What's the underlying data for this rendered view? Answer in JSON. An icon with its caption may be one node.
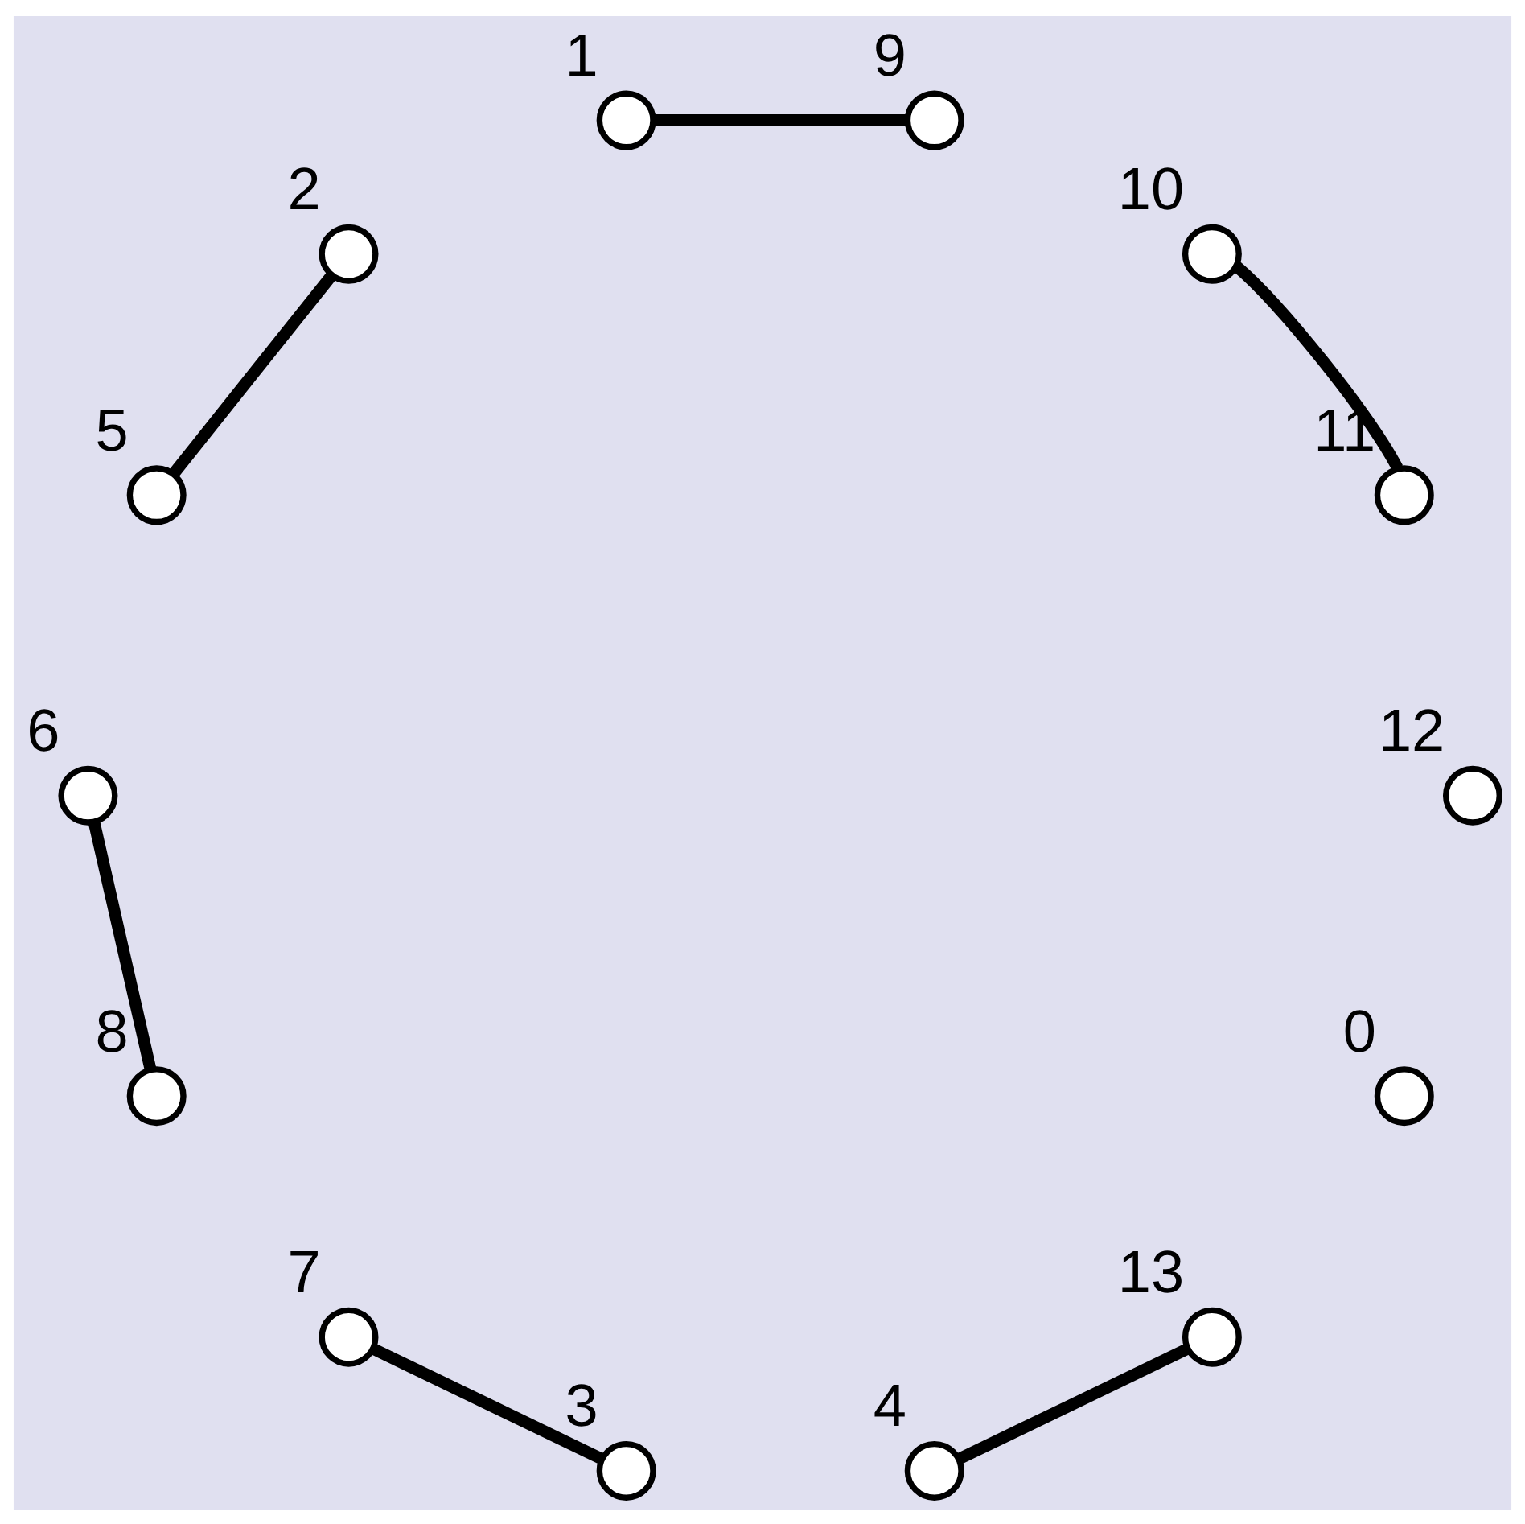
{
  "diagram": {
    "nodes": [
      {
        "text": [],
        "shape": "circle",
        "beside": [
          "0"
        ]
      },
      {
        "text": [],
        "shape": "circle",
        "beside": [
          "1"
        ]
      },
      {
        "text": [],
        "shape": "circle",
        "beside": [
          "2"
        ]
      },
      {
        "text": [],
        "shape": "circle",
        "beside": [
          "3"
        ]
      },
      {
        "text": [],
        "shape": "circle",
        "beside": [
          "4"
        ]
      },
      {
        "text": [],
        "shape": "circle",
        "beside": [
          "5"
        ]
      },
      {
        "text": [],
        "shape": "circle",
        "beside": [
          "6"
        ]
      },
      {
        "text": [],
        "shape": "circle",
        "beside": [
          "7"
        ]
      },
      {
        "text": [],
        "shape": "circle",
        "beside": [
          "8"
        ]
      },
      {
        "text": [],
        "shape": "circle",
        "beside": [
          "9"
        ]
      },
      {
        "text": [],
        "shape": "circle",
        "beside": [
          "10"
        ]
      },
      {
        "text": [],
        "shape": "circle",
        "beside": [
          "11"
        ]
      },
      {
        "text": [],
        "shape": "circle",
        "beside": [
          "12"
        ]
      },
      {
        "text": [],
        "shape": "circle",
        "beside": [
          "13"
        ]
      }
    ],
    "edges": [
      {
        "from": 13,
        "to": 4,
        "arrow": "none"
      },
      {
        "from": 1,
        "to": 9,
        "arrow": "none"
      },
      {
        "from": 2,
        "to": 5,
        "arrow": "none"
      },
      {
        "from": 3,
        "to": 7,
        "arrow": "none"
      },
      {
        "from": 11,
        "to": 10,
        "arrow": "none"
      },
      {
        "from": 8,
        "to": 6,
        "arrow": "none"
      }
    ]
  }
}
